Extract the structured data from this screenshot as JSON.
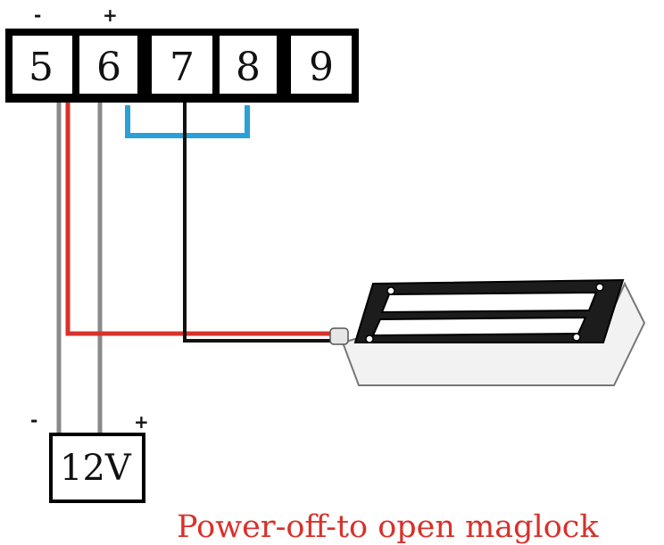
{
  "terminals": [
    {
      "label": "5",
      "polarity": "-"
    },
    {
      "label": "6",
      "polarity": "+"
    },
    {
      "label": "7",
      "polarity": ""
    },
    {
      "label": "8",
      "polarity": ""
    },
    {
      "label": "9",
      "polarity": ""
    }
  ],
  "power_supply": {
    "label": "12V",
    "neg_sign": "-",
    "pos_sign": "+"
  },
  "caption": "Power-off-to open maglock",
  "colors": {
    "red_wire": "#d8312b",
    "gray_wire": "#8a8a8a",
    "black_wire": "#111111",
    "jumper": "#2aa0d8",
    "caption": "#d8312b"
  }
}
